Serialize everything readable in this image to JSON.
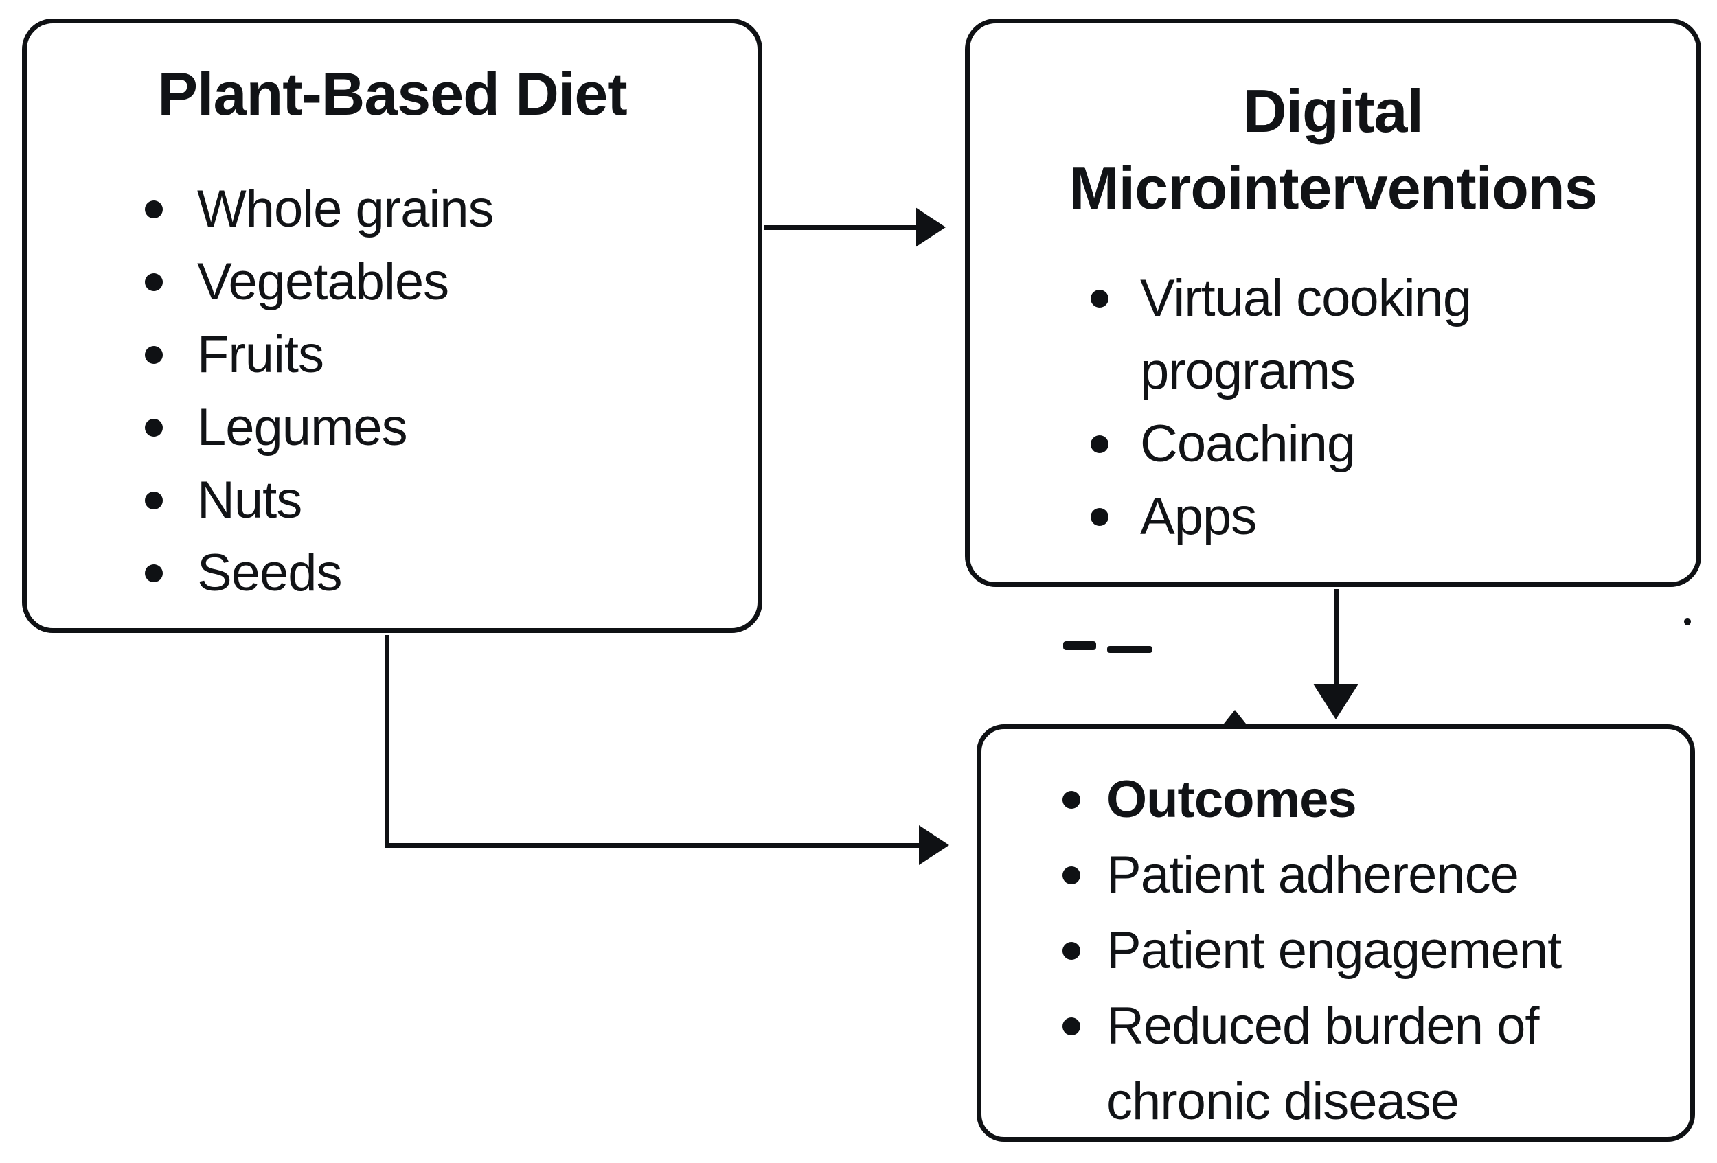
{
  "canvas": {
    "background_color": "#ffffff",
    "ink_color": "#0f1114"
  },
  "boxes": {
    "plant_based_diet": {
      "title": "Plant-Based Diet",
      "items": [
        "Whole grains",
        "Vegetables",
        "Fruits",
        "Legumes",
        "Nuts",
        "Seeds"
      ]
    },
    "digital_microinterventions": {
      "title_lines": [
        "Digital",
        "Microinterventions"
      ],
      "items": [
        "Virtual cooking programs",
        "Coaching",
        "Apps"
      ]
    },
    "outcomes": {
      "items": [
        "Outcomes",
        "Patient adherence",
        "Patient engagement",
        "Reduced burden of chronic disease"
      ]
    }
  },
  "connectors": [
    {
      "from": "plant-based-diet",
      "to": "digital-microinterventions",
      "type": "straight-arrow"
    },
    {
      "from": "digital-microinterventions",
      "to": "outcomes",
      "type": "straight-arrow"
    },
    {
      "from": "plant-based-diet",
      "to": "outcomes",
      "type": "elbow-arrow"
    }
  ]
}
